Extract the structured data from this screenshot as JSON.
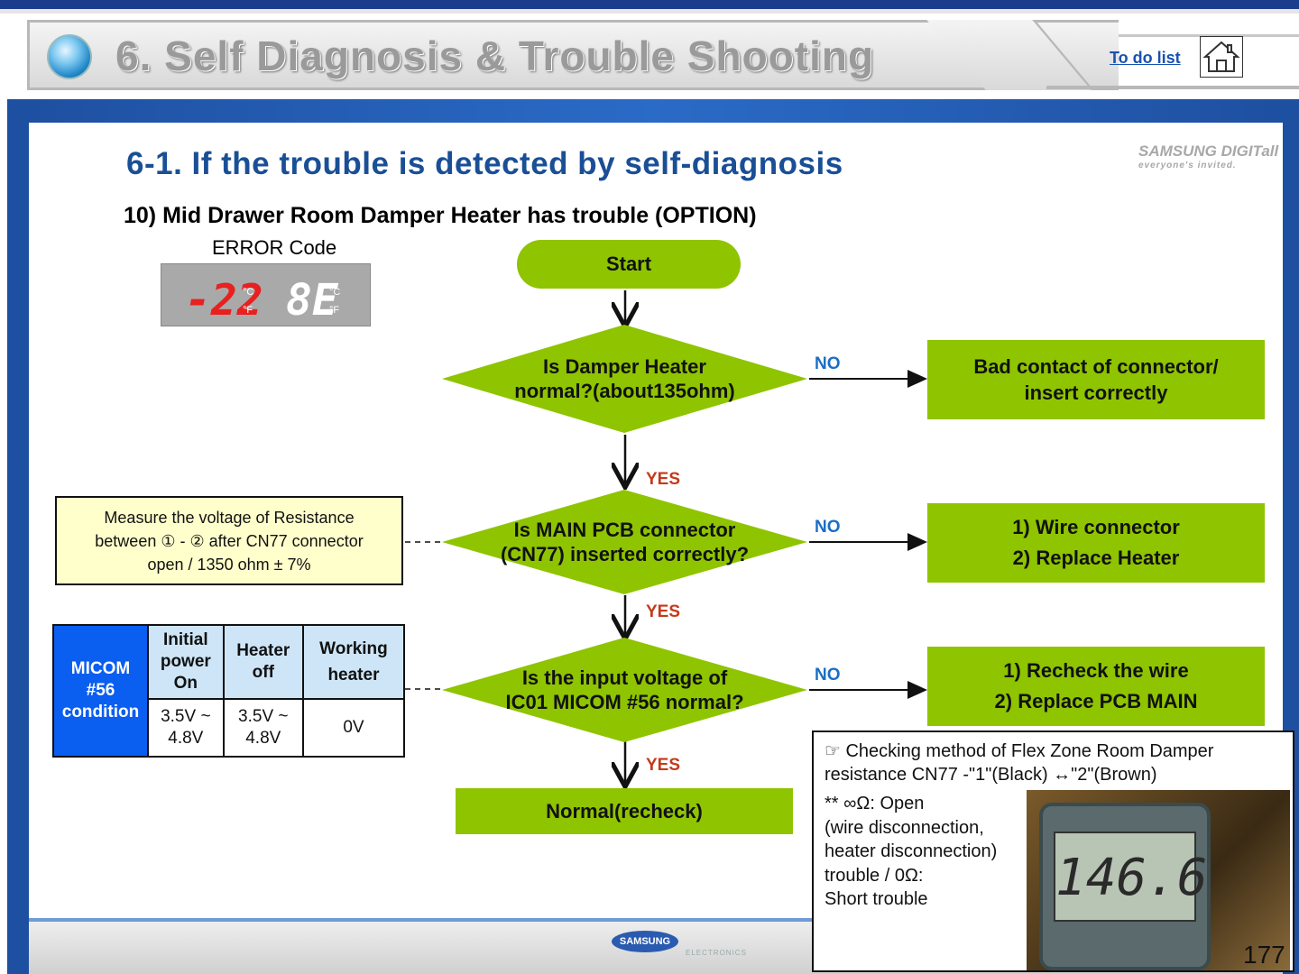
{
  "header": {
    "title": "6. Self Diagnosis & Trouble Shooting",
    "todo_link": "To do list",
    "home_icon": "home-icon"
  },
  "brand": {
    "name": "SAMSUNG DIGITall",
    "tagline": "everyone's invited."
  },
  "footer_logo": {
    "name": "SAMSUNG",
    "sub": "ELECTRONICS"
  },
  "subtitle": "6-1. If the trouble is detected by self-diagnosis",
  "heading": "10) Mid Drawer Room Damper Heater has trouble (OPTION)",
  "error": {
    "label": "ERROR Code",
    "display_left": "-22",
    "display_right": "8E",
    "unit_c": "°C",
    "unit_f": "°F"
  },
  "flow": {
    "start": "Start",
    "q1": "Is Damper Heater\nnormal?(about135ohm)",
    "q2": "Is MAIN PCB connector\n(CN77) inserted correctly?",
    "q3": "Is the input voltage of\nIC01 MICOM #56 normal?",
    "end": "Normal(recheck)",
    "no_label": "NO",
    "yes_label": "YES",
    "a1": "Bad contact of connector/\ninsert correctly",
    "a2": "1) Wire connector\n2) Replace Heater",
    "a3": "1) Recheck the wire\n2) Replace PCB MAIN"
  },
  "note": {
    "line1": "Measure the voltage of Resistance",
    "line2": "between ① - ② after CN77 connector",
    "line3": "open / 1350 ohm ± 7%"
  },
  "micom_table": {
    "row_header": "MICOM\n#56\ncondition",
    "columns": [
      "Initial\npower\nOn",
      "Heater\noff",
      "Working\nheater"
    ],
    "values": [
      "3.5V ~\n4.8V",
      "3.5V ~\n4.8V",
      "0V"
    ]
  },
  "check": {
    "text1": "☞ Checking method of Flex Zone Room Damper\nresistance CN77 -\"1\"(Black) ↔\"2\"(Brown)",
    "text2": "** ∞Ω: Open\n(wire disconnection,\nheater disconnection)\ntrouble / 0Ω:\nShort trouble",
    "meter_reading": "146.6"
  },
  "page_number": "177",
  "colors": {
    "flow_green": "#8fc400",
    "title_blue": "#1a4f96",
    "no_blue": "#1a6fc4",
    "yes_red": "#c43a1a",
    "micom_blue": "#0a5ef0"
  }
}
